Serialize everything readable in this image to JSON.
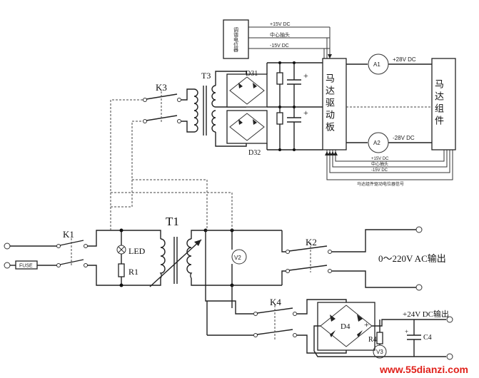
{
  "labels": {
    "k1": "K1",
    "k2": "K2",
    "k3": "K3",
    "k4": "K4",
    "t1": "T1",
    "t3": "T3",
    "led": "LED",
    "r1": "R1",
    "r4": "R4",
    "c4": "C4",
    "d4": "D4",
    "d31": "D31",
    "d32": "D32",
    "v2": "V2",
    "v3": "V3",
    "a1": "A1",
    "a2": "A2",
    "fuse": "FUSE",
    "plus": "+",
    "minus": "-"
  },
  "voltages": {
    "p28": "+28V DC",
    "n28": "-28V DC",
    "p15": "+15V DC",
    "n15": "-15V DC",
    "p15b": "+15V DC",
    "n15b": "-15V DC",
    "center_tap": "中心抽头",
    "center_tap_b": "中心抽头",
    "ac_out": "0～220V AC输出",
    "dc_out": "+24V DC输出"
  },
  "blocks": {
    "pot": "调谐电位器",
    "driver": "马达驱动板",
    "motor": "马达组件",
    "feedback": "马达组件驱动电位器信号"
  },
  "watermark": "www.55dianzi.com"
}
